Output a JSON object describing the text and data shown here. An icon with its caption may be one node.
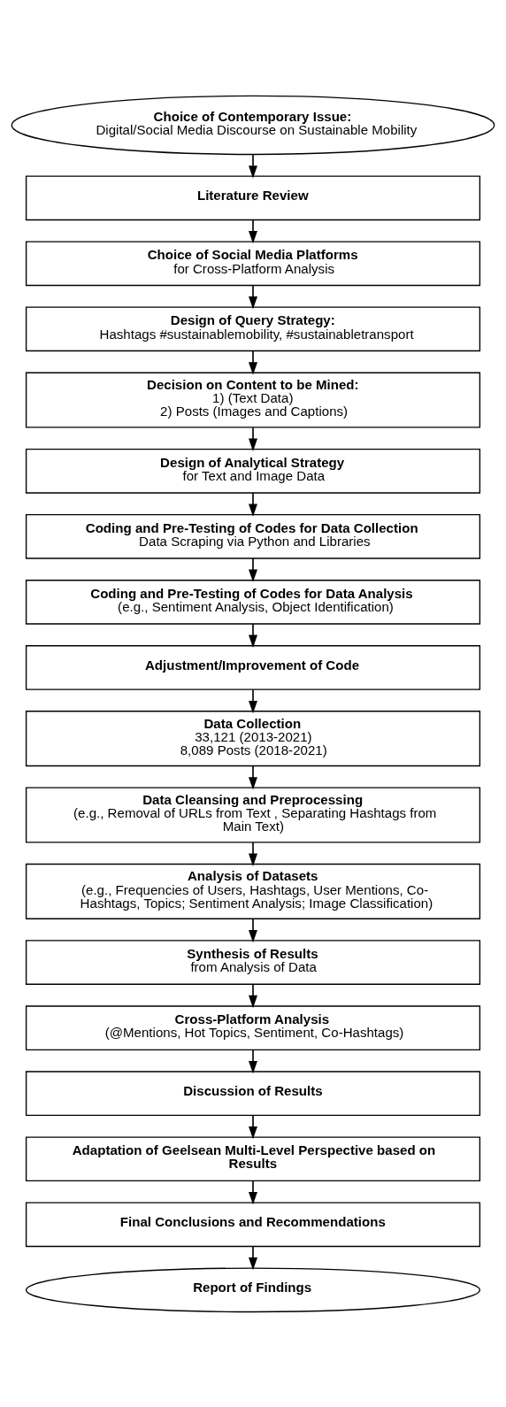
{
  "diagram": {
    "nodes": [
      {
        "text": [
          "Choice of Contemporary Issue:",
          "Digital/Social Media Discourse on Sustainable Mobility"
        ]
      },
      {
        "text": [
          "Literature Review"
        ]
      },
      {
        "text": [
          "Choice of Social Media Platforms",
          "for Cross-Platform Analysis"
        ]
      },
      {
        "text": [
          "Design of Query Strategy:",
          "Hashtags #sustainablemobility, #sustainabletransport"
        ]
      },
      {
        "text": [
          "Decision on Content to be Mined:",
          "1) (Text Data)",
          "2) Posts (Images and Captions)"
        ]
      },
      {
        "text": [
          "Design of Analytical Strategy",
          "for Text and Image Data"
        ]
      },
      {
        "text": [
          "Coding and Pre-Testing of Codes for Data Collection",
          "Data Scraping via Python and Libraries"
        ]
      },
      {
        "text": [
          "Coding and Pre-Testing of Codes for Data Analysis",
          "(e.g., Sentiment Analysis, Object Identification)"
        ]
      },
      {
        "text": [
          "Adjustment/Improvement of Code"
        ]
      },
      {
        "text": [
          "Data Collection",
          "33,121 (2013-2021)",
          "8,089 Posts (2018-2021)"
        ]
      },
      {
        "text": [
          "Data Cleansing and Preprocessing",
          "(e.g., Removal of URLs from Text , Separating Hashtags from Main Text)"
        ]
      },
      {
        "text": [
          "Analysis of Datasets",
          "(e.g., Frequencies of Users, Hashtags, User Mentions, Co-Hashtags, Topics; Sentiment Analysis; Image Classification)"
        ]
      },
      {
        "text": [
          "Synthesis of Results",
          "from Analysis of Data"
        ]
      },
      {
        "text": [
          "Cross-Platform Analysis",
          "(@Mentions, Hot Topics, Sentiment, Co-Hashtags)"
        ]
      },
      {
        "text": [
          "Discussion of Results"
        ]
      },
      {
        "text": [
          "Adaptation of Geelsean Multi-Level Perspective based on Results"
        ]
      },
      {
        "text": [
          "Final Conclusions and Recommendations"
        ]
      },
      {
        "text": [
          "Report of Findings"
        ]
      }
    ],
    "edges": [
      {
        "from": 0,
        "to": 1,
        "arrow": "to"
      },
      {
        "from": 1,
        "to": 2,
        "arrow": "to"
      },
      {
        "from": 2,
        "to": 3,
        "arrow": "to"
      },
      {
        "from": 3,
        "to": 4,
        "arrow": "to"
      },
      {
        "from": 4,
        "to": 5,
        "arrow": "to"
      },
      {
        "from": 5,
        "to": 6,
        "arrow": "to"
      },
      {
        "from": 6,
        "to": 7,
        "arrow": "to"
      },
      {
        "from": 7,
        "to": 8,
        "arrow": "to"
      },
      {
        "from": 8,
        "to": 9,
        "arrow": "to"
      },
      {
        "from": 9,
        "to": 10,
        "arrow": "to"
      },
      {
        "from": 10,
        "to": 11,
        "arrow": "to"
      },
      {
        "from": 11,
        "to": 12,
        "arrow": "to"
      },
      {
        "from": 12,
        "to": 13,
        "arrow": "to"
      },
      {
        "from": 13,
        "to": 14,
        "arrow": "to"
      },
      {
        "from": 14,
        "to": 15,
        "arrow": "to"
      },
      {
        "from": 15,
        "to": 16,
        "arrow": "to"
      },
      {
        "from": 16,
        "to": 17,
        "arrow": "to"
      }
    ]
  }
}
